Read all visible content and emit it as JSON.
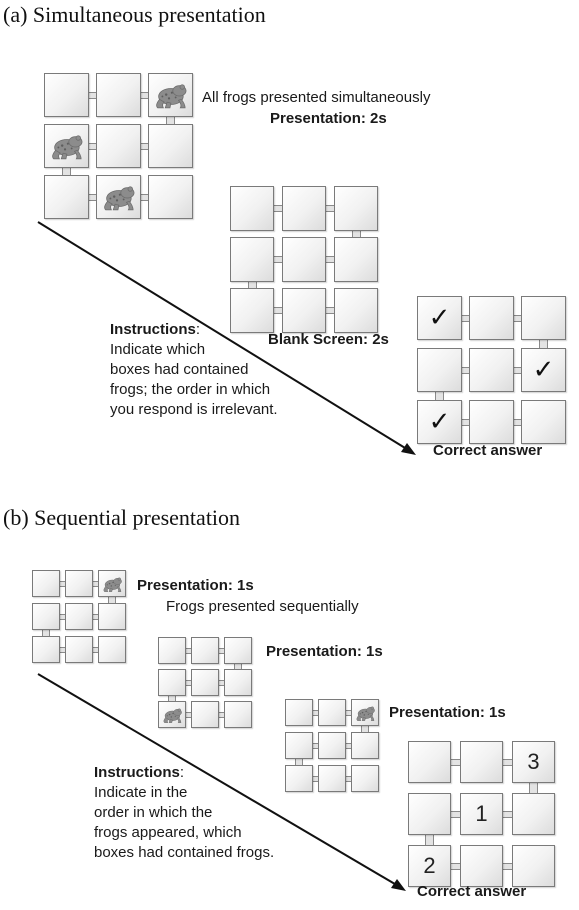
{
  "panel_a": {
    "heading": "(a) Simultaneous presentation",
    "frames": [
      {
        "name": "presentation-frame",
        "frogs": [
          2,
          3,
          7
        ],
        "marks": []
      },
      {
        "name": "blank-frame",
        "frogs": [],
        "marks": []
      },
      {
        "name": "answer-frame",
        "frogs": [],
        "marks": [
          {
            "cell": 0,
            "text": "✓"
          },
          {
            "cell": 5,
            "text": "✓"
          },
          {
            "cell": 6,
            "text": "✓"
          }
        ]
      }
    ],
    "frogs_label": "All frogs presented simultaneously",
    "presentation_label": "Presentation: 2s",
    "blank_label": "Blank Screen: 2s",
    "instructions_title": "Instructions",
    "instructions_colon": ":",
    "instructions_lines": [
      "Indicate which",
      "boxes had contained",
      "frogs; the order in which",
      "you respond is irrelevant."
    ],
    "answer_label": "Correct answer"
  },
  "panel_b": {
    "heading": "(b) Sequential presentation",
    "frames": [
      {
        "name": "presentation-frame-1",
        "frogs": [
          2
        ],
        "marks": []
      },
      {
        "name": "presentation-frame-2",
        "frogs": [
          6
        ],
        "marks": []
      },
      {
        "name": "presentation-frame-3",
        "frogs": [
          2
        ],
        "marks": []
      },
      {
        "name": "answer-frame",
        "frogs": [],
        "marks": [
          {
            "cell": 2,
            "text": "3"
          },
          {
            "cell": 4,
            "text": "1"
          },
          {
            "cell": 6,
            "text": "2"
          }
        ]
      }
    ],
    "presentation_label_1": "Presentation: 1s",
    "frogs_label": "Frogs presented sequentially",
    "presentation_label_2": "Presentation: 1s",
    "presentation_label_3": "Presentation: 1s",
    "instructions_title": "Instructions",
    "instructions_colon": ":",
    "instructions_lines": [
      "Indicate in the",
      "order in which the",
      "frogs appeared, which",
      "boxes had contained frogs."
    ],
    "answer_label": "Correct answer"
  }
}
